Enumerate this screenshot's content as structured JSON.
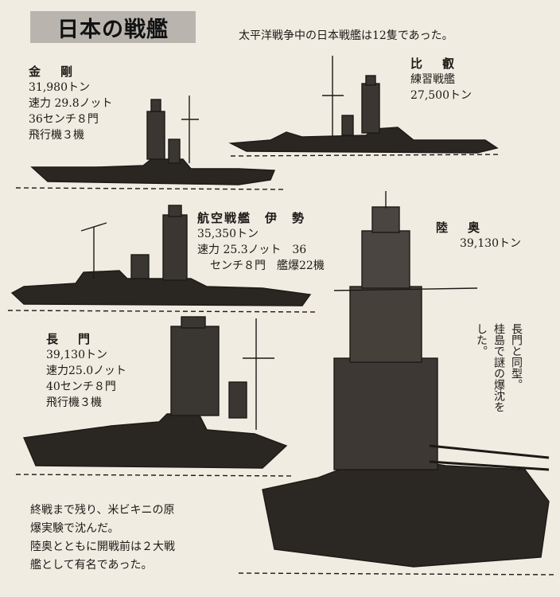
{
  "title": "日本の戦艦",
  "intro": "太平洋戦争中の日本戦艦は12隻であった。",
  "ships": {
    "kongo": {
      "name": "金　剛",
      "lines": [
        "31,980トン",
        "速力 29.8ノット",
        "36センチ８門",
        "飛行機３機"
      ]
    },
    "hiei": {
      "name": "比　叡",
      "lines": [
        "練習戦艦",
        "27,500トン"
      ]
    },
    "ise": {
      "name": "航空戦艦　伊　勢",
      "lines": [
        "35,350トン",
        "速力 25.3ノット　36",
        "センチ８門　艦爆22機"
      ]
    },
    "mutsu": {
      "name": "陸　奥",
      "lines": [
        "39,130トン"
      ],
      "note": [
        "長門と同型。",
        "桂島で謎の爆沈を",
        "した。"
      ]
    },
    "nagato": {
      "name": "長　門",
      "lines": [
        "39,130トン",
        "速力25.0ノット",
        "40センチ８門",
        "飛行機３機"
      ]
    }
  },
  "footnote": [
    "終戦まで残り、米ビキニの原",
    "爆実験で沈んだ。",
    "陸奥とともに開戦前は２大戦",
    "艦として有名であった。"
  ],
  "colors": {
    "paper": "#f1ece1",
    "ink": "#1c1a17",
    "titleBox": "#b9b5ae"
  }
}
